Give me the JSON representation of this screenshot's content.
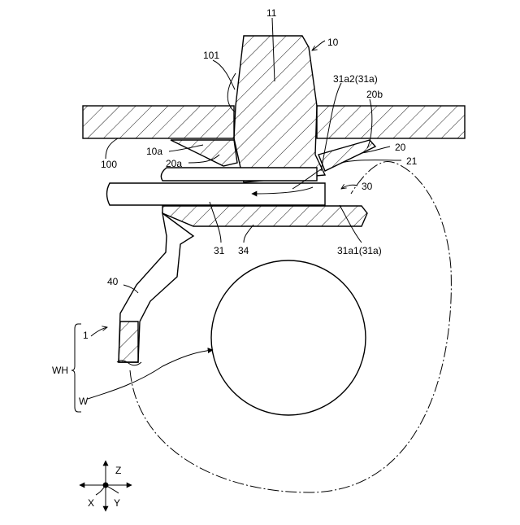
{
  "labels": {
    "part_11": "11",
    "part_10": "10",
    "part_101": "101",
    "part_31a2": "31a2(31a)",
    "part_20b": "20b",
    "part_100": "100",
    "part_10a": "10a",
    "part_20a": "20a",
    "part_20": "20",
    "part_21": "21",
    "part_30": "30",
    "part_31": "31",
    "part_34": "34",
    "part_31a1": "31a1(31a)",
    "part_40": "40",
    "part_1": "1",
    "part_WH": "WH",
    "part_W": "W"
  },
  "axes": {
    "z": "Z",
    "x": "X",
    "y": "Y"
  }
}
